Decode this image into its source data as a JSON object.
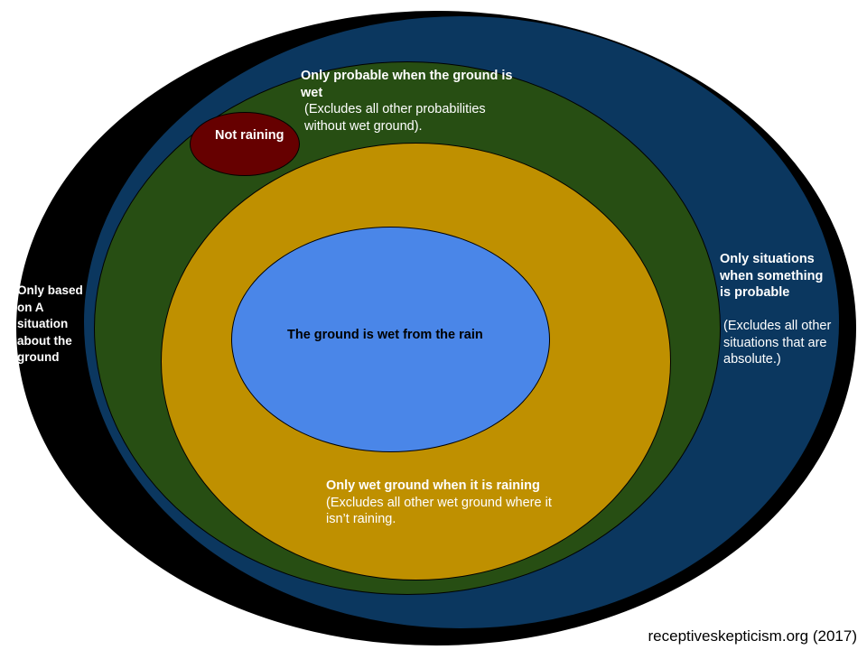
{
  "regions": {
    "outer": {
      "color": "#000000",
      "label": "Only based on A situation about the ground"
    },
    "probable": {
      "color": "#0b375f",
      "title": "Only situations when something is probable",
      "note": "(Excludes all other situations that are absolute.)"
    },
    "wet_probable": {
      "color": "#274e13",
      "title": "Only probable when the ground is wet",
      "note": "(Excludes all other probabilities without wet ground)."
    },
    "not_raining": {
      "color": "#660000",
      "label": "Not raining"
    },
    "raining": {
      "color": "#bf9000",
      "title": "Only wet ground when it is raining",
      "note": "(Excludes all other wet ground where it isn’t raining."
    },
    "center": {
      "color": "#4a86e8",
      "label": "The ground is wet from the rain"
    }
  },
  "credit": "receptiveskepticism.org (2017)"
}
